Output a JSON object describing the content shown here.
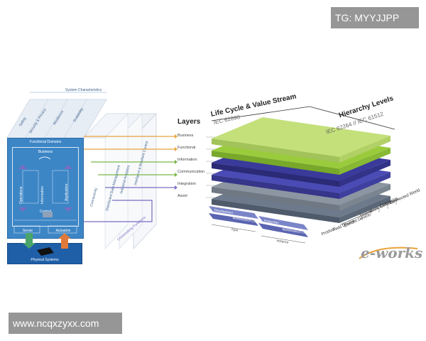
{
  "watermarks": {
    "top_right": "TG: MYYJJPP",
    "bottom_left": "www.ncqxzyxx.com"
  },
  "left_diagram": {
    "system_characteristics": "System Characteristics",
    "characteristics": [
      "Safety",
      "Security & Privacy",
      "Resilience",
      "Scalability"
    ],
    "functional_domains": "Functional Domains",
    "business": "Business",
    "operations": "Operations",
    "information": "Information",
    "application": "Application",
    "control": "Control",
    "sense": "Sense",
    "actuation": "Actuation",
    "physical_systems": "Physical Systems",
    "crosscutting": [
      "Connectivity",
      "Distributed Data Management",
      "Industrial Analytics",
      "Intelligent & Resilient Control"
    ],
    "crosscutting_functions": "Crosscutting Functions"
  },
  "layers_title": "Layers",
  "layers": [
    "Business",
    "Functional",
    "Information",
    "Communication",
    "Integration",
    "Asset"
  ],
  "life_cycle": {
    "title": "Life Cycle & Value Stream",
    "standard": "IEC 62890",
    "bars": [
      {
        "label": "Development",
        "sub": "Type"
      },
      {
        "label": "Maintenance Usage",
        "sub": ""
      },
      {
        "label": "Production",
        "sub": "Instance"
      },
      {
        "label": "Maintenance Usage",
        "sub": ""
      }
    ]
  },
  "hierarchy": {
    "title": "Hierarchy Levels",
    "standard": "IEC 62264 // IEC 61512",
    "levels": [
      "Connected World",
      "Enterprise",
      "Work Centers",
      "Station",
      "Control Device",
      "Field Device",
      "Product"
    ]
  },
  "logo": "e-works",
  "colors": {
    "green_light": "#c4e07a",
    "green": "#9acb3c",
    "blue_dark": "#3a3a9a",
    "blue": "#4b4bb5",
    "slate": "#6d7a8c",
    "gray": "#8c96a2",
    "panel_blue": "#3d86c6",
    "arrow_orange": "#e8a23a",
    "arrow_green": "#7ab648",
    "arrow_purple": "#7a6cc2"
  }
}
